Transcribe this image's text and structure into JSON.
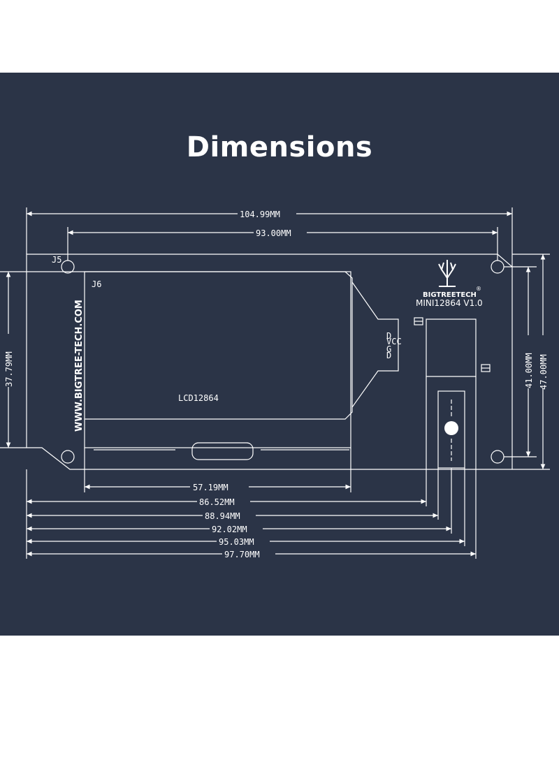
{
  "title": "Dimensions",
  "board": {
    "brand_url": "WWW.BIGTREE-TECH.COM",
    "lcd_label": "LCD12864",
    "connector_j5": "J5",
    "connector_j6": "J6",
    "logo_text": "BIGTREETECH",
    "registered": "®",
    "model": "MINI12864 V1.0",
    "pin_labels": [
      "D",
      "VCC",
      "G",
      "D"
    ]
  },
  "dimensions": {
    "total_width": "104.99MM",
    "hole_spacing": "93.00MM",
    "height_total": "47.00MM",
    "height_holes": "41.00MM",
    "lcd_height": "37.79MM",
    "lcd_width": "57.19MM",
    "d1": "86.52MM",
    "d2": "88.94MM",
    "d3": "92.02MM",
    "d4": "95.03MM",
    "d5": "97.70MM"
  },
  "colors": {
    "background": "#2b3447",
    "line": "#ffffff"
  }
}
